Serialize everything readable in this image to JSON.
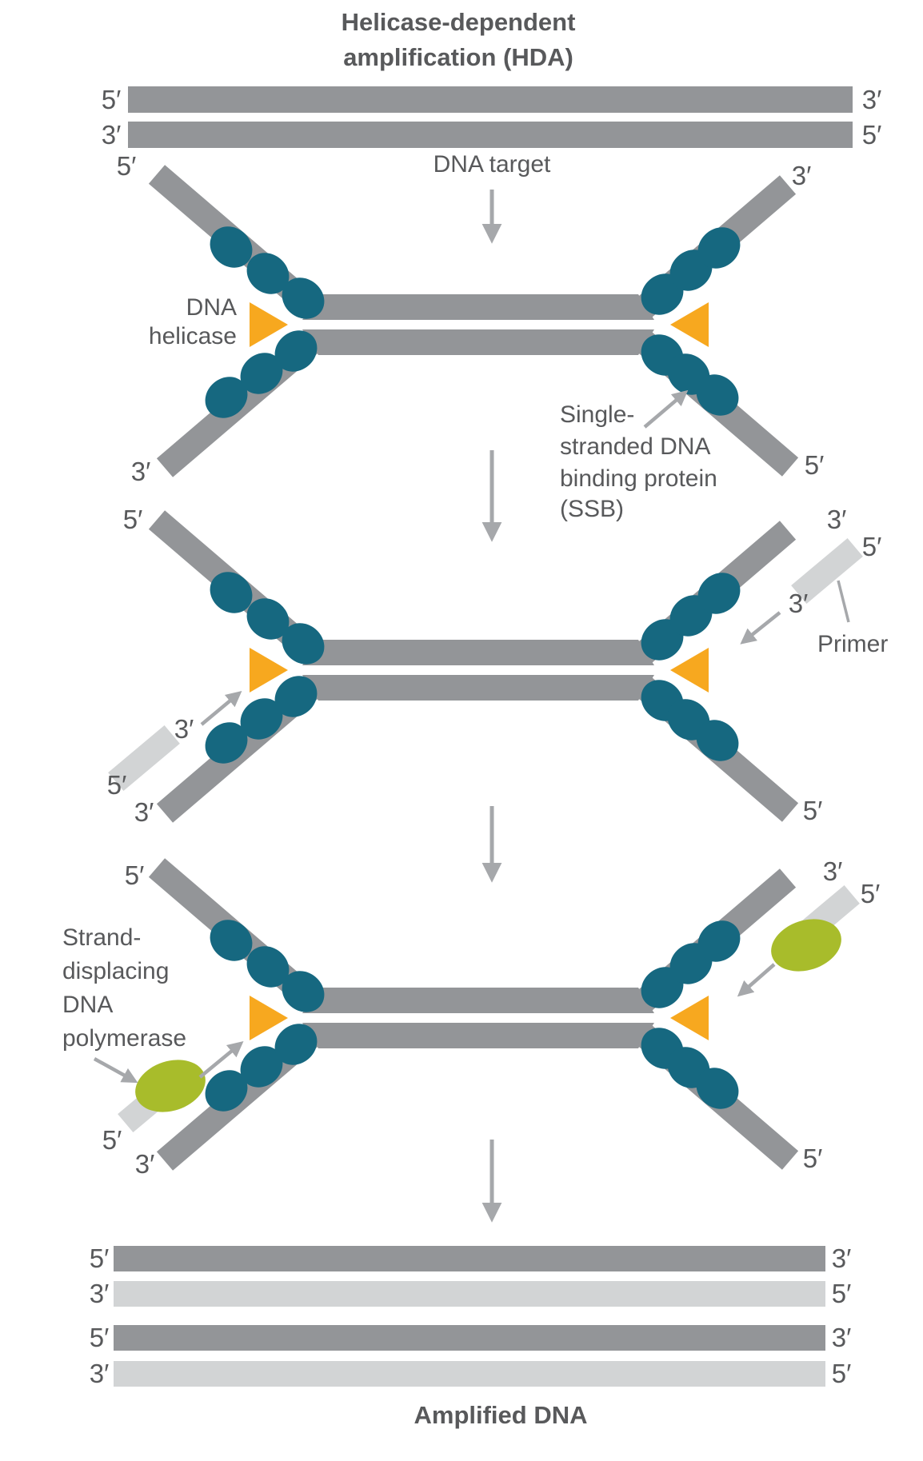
{
  "colors": {
    "strand": "#939598",
    "light": "#d2d4d5",
    "teal": "#166880",
    "orange": "#f7a81f",
    "green": "#a8bc2b",
    "text": "#58595b",
    "arrow": "#a6a8ab"
  },
  "title": {
    "line1": "Helicase-dependent",
    "line2": "amplification (HDA)"
  },
  "labels": {
    "five_prime": "5′",
    "three_prime": "3′"
  },
  "sections": {
    "dna_target": "DNA target",
    "amplified": "Amplified DNA"
  },
  "annotations": {
    "helicase": {
      "line1": "DNA",
      "line2": "helicase"
    },
    "ssb": {
      "line1": "Single-",
      "line2": "stranded DNA",
      "line3": "binding protein",
      "line4": "(SSB)"
    },
    "primer": "Primer",
    "polymerase": {
      "line1": "Strand-",
      "line2": "displacing",
      "line3": "DNA",
      "line4": "polymerase"
    }
  }
}
